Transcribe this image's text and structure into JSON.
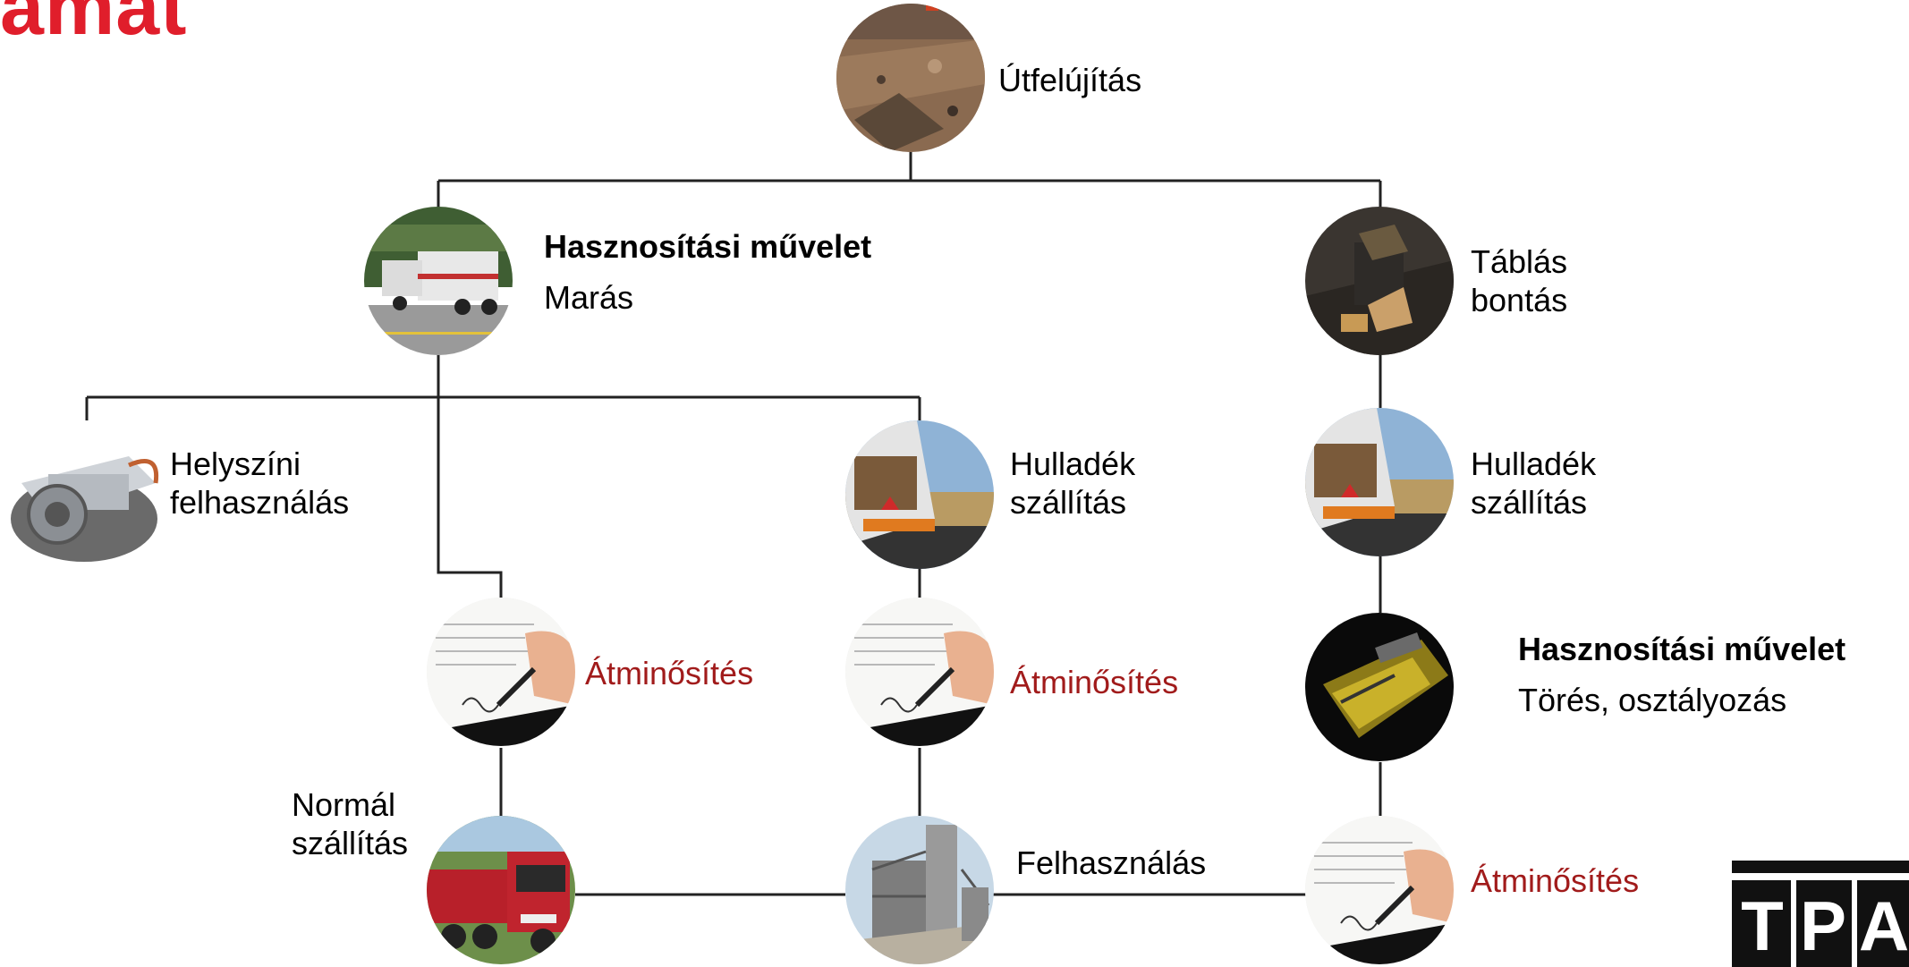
{
  "page": {
    "title_fragment": "amat"
  },
  "nodes": {
    "utfelujitas": {
      "label": "Útfelújítás"
    },
    "marasa": {
      "title": "Hasznosítási művelet",
      "subtitle": "Marás"
    },
    "tablas": {
      "line1": "Táblás",
      "line2": "bontás"
    },
    "helyszini": {
      "line1": "Helyszíni",
      "line2": "felhasználás"
    },
    "hulladek_mid": {
      "line1": "Hulladék",
      "line2": "szállítás"
    },
    "hulladek_right": {
      "line1": "Hulladék",
      "line2": "szállítás"
    },
    "atmin_left": {
      "label": "Átminősítés"
    },
    "atmin_mid": {
      "label": "Átminősítés"
    },
    "toresn": {
      "title": "Hasznosítási művelet",
      "subtitle": "Törés, osztályozás"
    },
    "normal": {
      "line1": "Normál",
      "line2": "szállítás"
    },
    "felhasznalas": {
      "label": "Felhasználás"
    },
    "atmin_right": {
      "label": "Átminősítés"
    }
  },
  "logo": {
    "letters": [
      "T",
      "P",
      "A"
    ]
  },
  "colors": {
    "title_red": "#e01e2b",
    "accent_red": "#a11b1b",
    "line": "#222222"
  }
}
